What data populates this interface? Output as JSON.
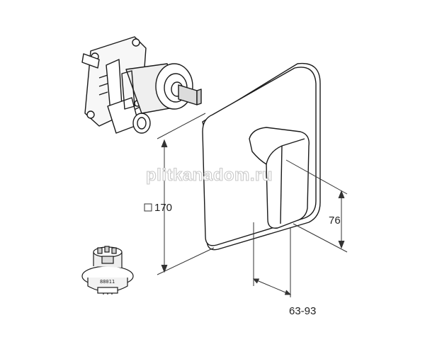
{
  "dimensions": {
    "plate_size_label": "170",
    "handle_height_label": "76",
    "depth_range_label": "63-93"
  },
  "cartridge": {
    "code_label": "88011"
  },
  "watermark": {
    "text": "plitkanadom.ru"
  },
  "colors": {
    "line": "#1a1a1a",
    "dimension_line": "#333333",
    "watermark_outline": "#c9c9c9",
    "background": "#ffffff"
  }
}
